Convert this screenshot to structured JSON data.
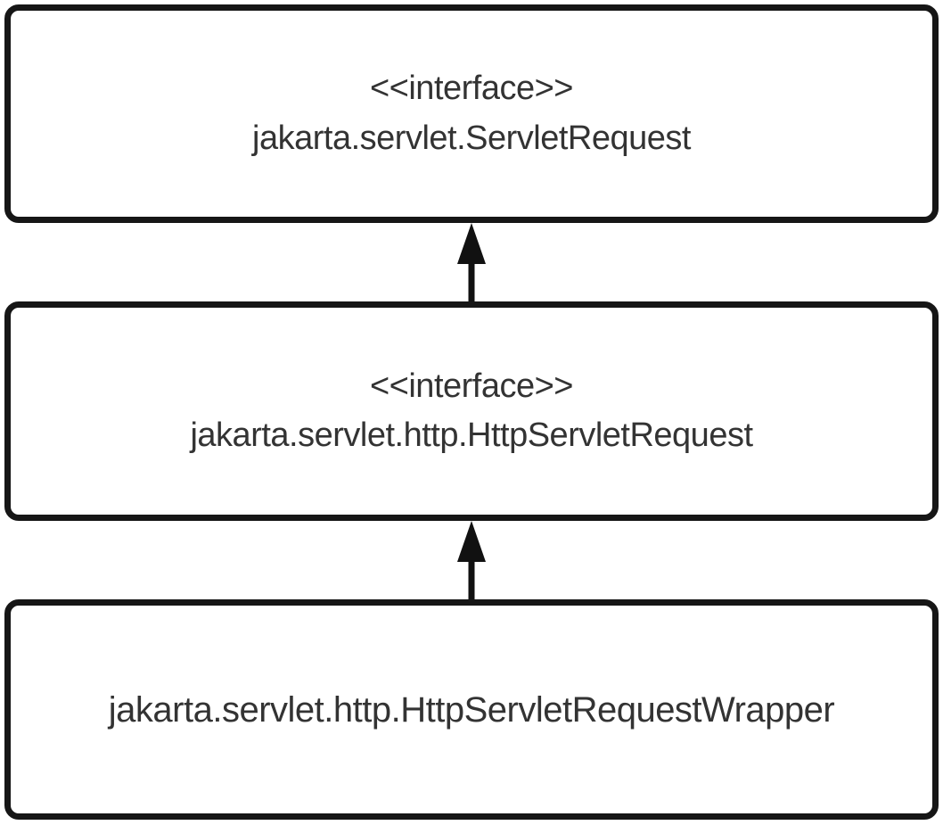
{
  "diagram": {
    "type": "uml-class-hierarchy",
    "nodes": [
      {
        "id": "servlet-request",
        "stereotype": "<<interface>>",
        "name": "jakarta.servlet.ServletRequest"
      },
      {
        "id": "http-servlet-request",
        "stereotype": "<<interface>>",
        "name": "jakarta.servlet.http.HttpServletRequest"
      },
      {
        "id": "http-servlet-request-wrapper",
        "name": "jakarta.servlet.http.HttpServletRequestWrapper"
      }
    ],
    "edges": [
      {
        "from": "jakarta.servlet.http.HttpServletRequest",
        "to": "jakarta.servlet.ServletRequest",
        "relation": "extends",
        "arrow": "solid-filled-up-arrow"
      },
      {
        "from": "jakarta.servlet.http.HttpServletRequestWrapper",
        "to": "jakarta.servlet.http.HttpServletRequest",
        "relation": "extends",
        "arrow": "solid-filled-up-arrow"
      }
    ],
    "colors": {
      "box_border": "#161616",
      "box_fill": "#ffffff",
      "text": "#333333",
      "arrow": "#111111",
      "background": "#ffffff"
    }
  }
}
